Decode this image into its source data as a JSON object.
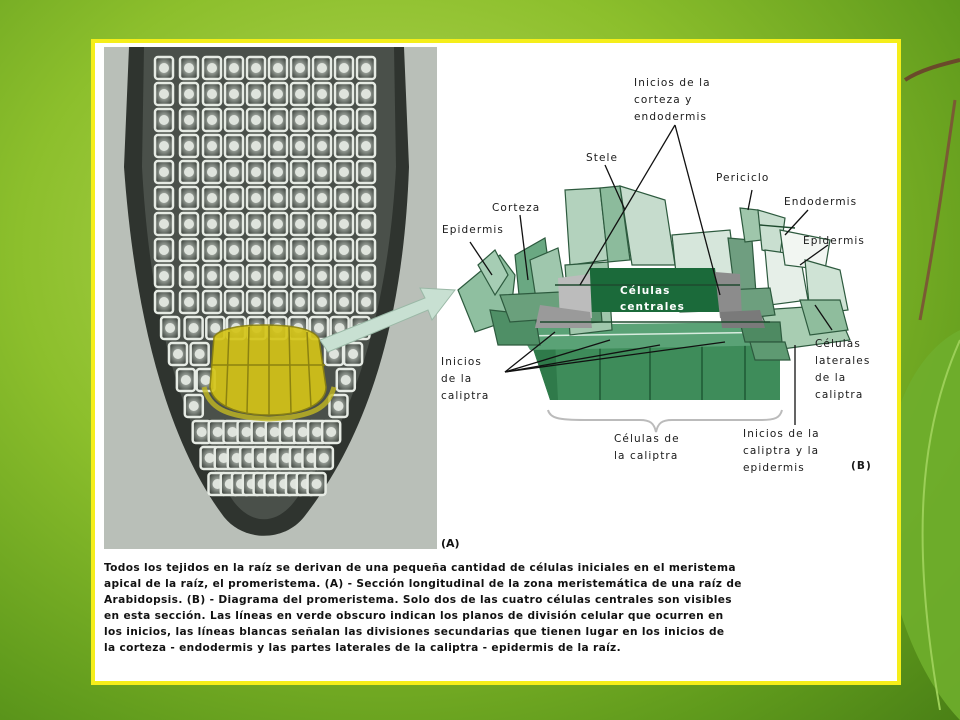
{
  "labels": {
    "inicios_corteza_1": "Inicios de la",
    "inicios_corteza_2": "corteza y",
    "inicios_corteza_3": "endodermis",
    "stele": "Stele",
    "periciclo": "Periciclo",
    "corteza": "Corteza",
    "endodermis": "Endodermis",
    "epidermis_left": "Epidermis",
    "epidermis_right": "Epidermis",
    "celulas_centrales_1": "Células",
    "celulas_centrales_2": "centrales",
    "inicios_caliptra_1": "Inicios",
    "inicios_caliptra_2": "de la",
    "inicios_caliptra_3": "caliptra",
    "laterales_1": "Células",
    "laterales_2": "laterales",
    "laterales_3": "de la",
    "laterales_4": "caliptra",
    "celulas_caliptra_1": "Células de",
    "celulas_caliptra_2": "la caliptra",
    "inicios_epidermis_1": "Inicios de la",
    "inicios_epidermis_2": "caliptra y la",
    "inicios_epidermis_3": "epidermis",
    "panel_b": "(B)",
    "panel_a": "(A)"
  },
  "caption": [
    "Todos los tejidos en la raíz se derivan de una pequeña cantidad de células iniciales en el meristema",
    "apical de la raíz, el promeristema. (A) - Sección longitudinal de la zona meristemática de una raíz de",
    "Arabidopsis. (B) - Diagrama del promeristema. Solo dos de las cuatro células centrales son visibles",
    "en esta sección. Las líneas en verde obscuro indican los planos de división celular que ocurren en",
    "los inicios, las líneas blancas señalan las divisiones secundarias que tienen lugar en los inicios de",
    "la corteza - endodermis y las partes laterales de la caliptra - epidermis de la raíz."
  ],
  "colors": {
    "frame": "#f5ee1a",
    "highlight": "#d4c418",
    "dark_green": "#1e6a3a",
    "mid_green": "#4e9a6a",
    "light_green": "#a8cdb0"
  }
}
